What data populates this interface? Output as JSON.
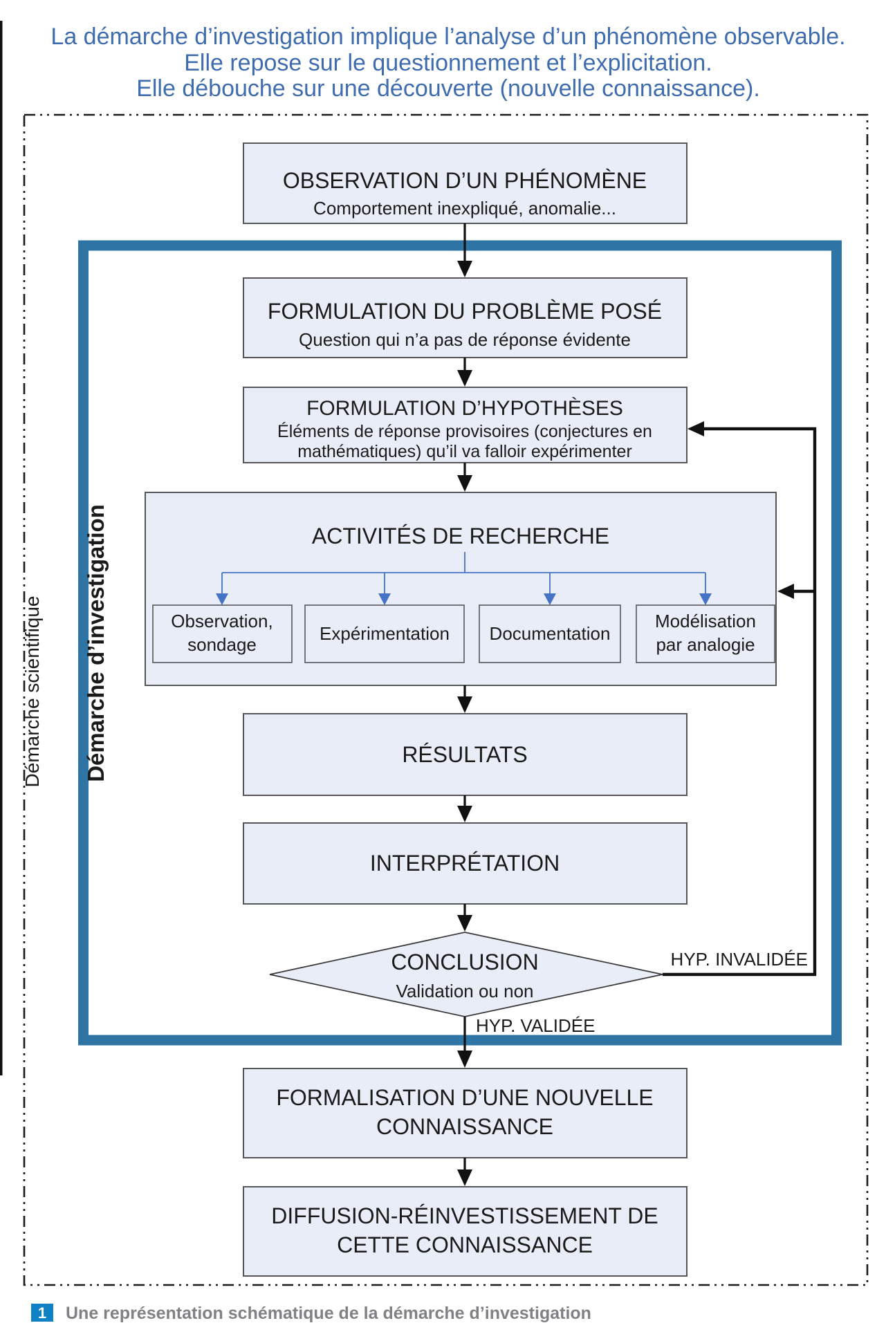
{
  "header": {
    "line1": "La démarche d’investigation implique l’analyse d’un phénomène observable.",
    "line2": "Elle repose sur le questionnement et l’explicitation.",
    "line3": "Elle débouche sur une découverte (nouvelle connaissance)."
  },
  "frames": {
    "scientifique_label": "Démarche scientifique",
    "investigation_label": "Démarche d’investigation"
  },
  "flow": {
    "observation": {
      "title": "OBSERVATION D’UN PHÉNOMÈNE",
      "subtitle": "Comportement inexpliqué, anomalie..."
    },
    "probleme": {
      "title": "FORMULATION DU PROBLÈME POSÉ",
      "subtitle": "Question qui n’a pas de réponse évidente"
    },
    "hypotheses": {
      "title": "FORMULATION D’HYPOTHÈSES",
      "subtitle1": "Éléments de réponse provisoires (conjectures en",
      "subtitle2": "mathématiques) qu’il va falloir expérimenter"
    },
    "recherche": {
      "title": "ACTIVITÉS DE RECHERCHE",
      "methodes": [
        {
          "line1": "Observation,",
          "line2": "sondage"
        },
        {
          "line1": "Expérimentation"
        },
        {
          "line1": "Documentation"
        },
        {
          "line1": "Modélisation",
          "line2": "par analogie"
        }
      ]
    },
    "resultats": {
      "title": "RÉSULTATS"
    },
    "interpretation": {
      "title": "INTERPRÉTATION"
    },
    "conclusion": {
      "title": "CONCLUSION",
      "subtitle": "Validation ou non"
    },
    "formalisation": {
      "line1": "FORMALISATION D’UNE NOUVELLE",
      "line2": "CONNAISSANCE"
    },
    "diffusion": {
      "line1": "DIFFUSION-RÉINVESTISSEMENT DE",
      "line2": "CETTE CONNAISSANCE"
    }
  },
  "edges": {
    "hyp_invalidee": "HYP. INVALIDÉE",
    "hyp_validee": "HYP. VALIDÉE"
  },
  "caption": {
    "badge": "1",
    "text": "Une représentation schématique de la démarche d’investigation"
  },
  "colors": {
    "title_blue": "#3E6CAE",
    "investigation_frame_blue": "#2E74A4",
    "node_fill": "#E9EDF7",
    "node_border": "#55565A",
    "connector_blue": "#4472C4",
    "caption_gray": "#7F8184",
    "badge_blue": "#0E82C4"
  }
}
